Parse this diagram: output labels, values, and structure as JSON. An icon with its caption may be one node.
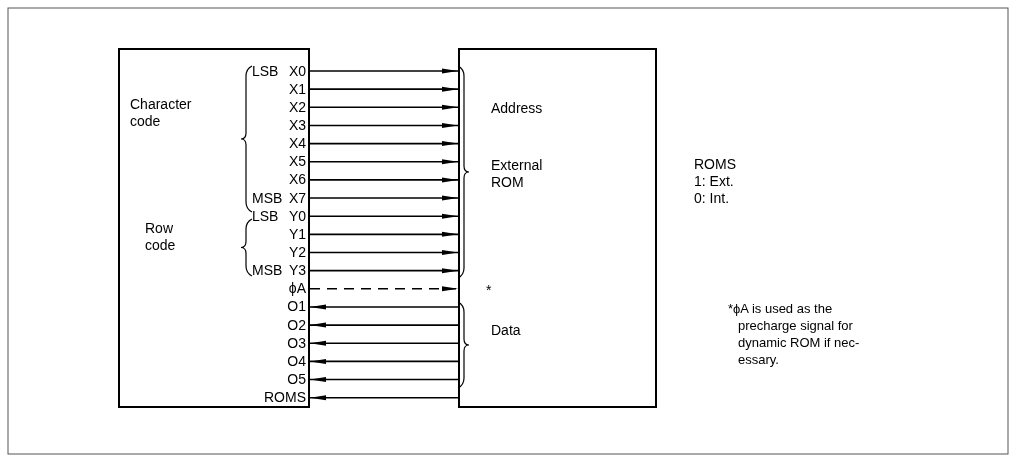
{
  "diagram": {
    "nodes": [
      {
        "text": [
          "Character code",
          "Row code"
        ]
      },
      {
        "text": [
          "X0"
        ],
        "in": 0,
        "beside": [
          "LSB"
        ]
      },
      {
        "text": [
          "X1"
        ],
        "in": 0
      },
      {
        "text": [
          "X2"
        ],
        "in": 0
      },
      {
        "text": [
          "X3"
        ],
        "in": 0
      },
      {
        "text": [
          "X4"
        ],
        "in": 0
      },
      {
        "text": [
          "X5"
        ],
        "in": 0
      },
      {
        "text": [
          "X6"
        ],
        "in": 0
      },
      {
        "text": [
          "X7"
        ],
        "in": 0,
        "beside": [
          "MSB"
        ]
      },
      {
        "text": [
          "Y0"
        ],
        "in": 0,
        "beside": [
          "LSB"
        ]
      },
      {
        "text": [
          "Y1"
        ],
        "in": 0
      },
      {
        "text": [
          "Y2"
        ],
        "in": 0
      },
      {
        "text": [
          "Y3"
        ],
        "in": 0,
        "beside": [
          "MSB"
        ]
      },
      {
        "text": [
          "ϕA"
        ],
        "in": 0
      },
      {
        "text": [
          "O1"
        ],
        "in": 0
      },
      {
        "text": [
          "O2"
        ],
        "in": 0
      },
      {
        "text": [
          "O3"
        ],
        "in": 0
      },
      {
        "text": [
          "O4"
        ],
        "in": 0
      },
      {
        "text": [
          "O5"
        ],
        "in": 0
      },
      {
        "text": [
          "ROMS"
        ],
        "in": 0
      },
      {
        "text": [
          "Address",
          "External ROM",
          "Data"
        ]
      }
    ],
    "edges": [
      {
        "from": 1,
        "to": 20,
        "arrow": "to"
      },
      {
        "from": 2,
        "to": 20,
        "arrow": "to"
      },
      {
        "from": 3,
        "to": 20,
        "arrow": "to"
      },
      {
        "from": 4,
        "to": 20,
        "arrow": "to"
      },
      {
        "from": 5,
        "to": 20,
        "arrow": "to"
      },
      {
        "from": 6,
        "to": 20,
        "arrow": "to"
      },
      {
        "from": 7,
        "to": 20,
        "arrow": "to"
      },
      {
        "from": 8,
        "to": 20,
        "arrow": "to"
      },
      {
        "from": 9,
        "to": 20,
        "arrow": "to"
      },
      {
        "from": 10,
        "to": 20,
        "arrow": "to"
      },
      {
        "from": 11,
        "to": 20,
        "arrow": "to"
      },
      {
        "from": 12,
        "to": 20,
        "arrow": "to"
      },
      {
        "from": 13,
        "to": 20,
        "arrow": "to",
        "style": "dashed"
      },
      {
        "from": 20,
        "to": 14,
        "arrow": "to"
      },
      {
        "from": 20,
        "to": 15,
        "arrow": "to"
      },
      {
        "from": 20,
        "to": 16,
        "arrow": "to"
      },
      {
        "from": 20,
        "to": 17,
        "arrow": "to"
      },
      {
        "from": 20,
        "to": 18,
        "arrow": "to"
      },
      {
        "from": 20,
        "to": 19,
        "arrow": "to"
      }
    ],
    "labels": [
      "*",
      "ROMS",
      "1: Ext.",
      "0: Int.",
      "*ϕA is used as the precharge signal for dynamic ROM if nec- essary."
    ]
  }
}
